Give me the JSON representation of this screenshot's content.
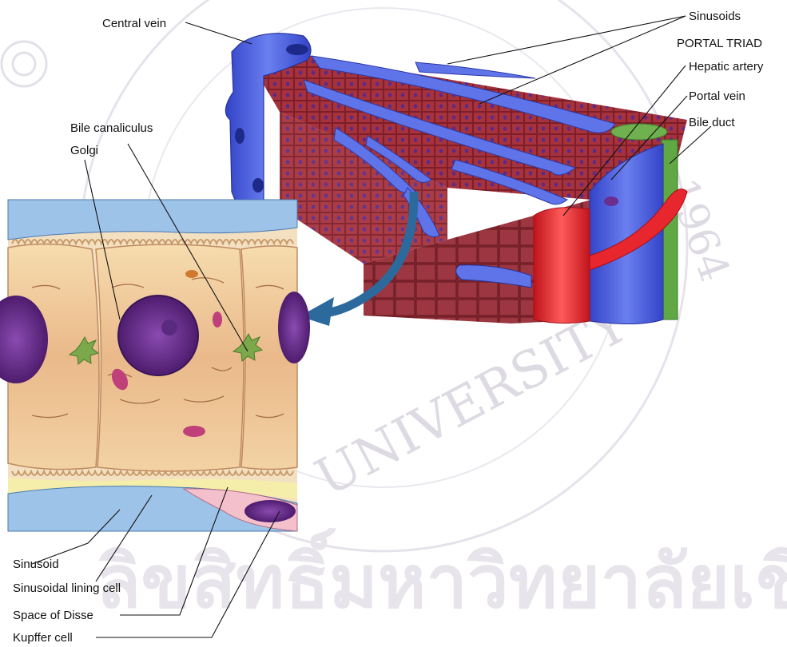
{
  "labels": {
    "central_vein": "Central vein",
    "sinusoids": "Sinusoids",
    "portal_triad": "PORTAL TRIAD",
    "hepatic_artery": "Hepatic artery",
    "portal_vein": "Portal vein",
    "bile_duct": "Bile duct",
    "bile_canaliculus": "Bile canaliculus",
    "golgi": "Golgi",
    "sinusoid": "Sinusoid",
    "sinusoidal_lining_cell": "Sinusoidal lining cell",
    "space_of_disse": "Space of Disse",
    "kupffer_cell": "Kupffer cell"
  },
  "watermark": {
    "line_latin": "UNIVERSITY",
    "year": "1964",
    "thai_line": "ลิขสิทธิ์มหาวิทยาลัยเชียงใหม่"
  },
  "colors": {
    "hepatocyte": "#a8303a",
    "vein_blue": "#4a5fd6",
    "artery_red": "#e8262e",
    "bile_green": "#5fa843",
    "cell_interior": "#f0c79a",
    "nucleus": "#6b2d8f",
    "watermark": "#d9d4df"
  }
}
